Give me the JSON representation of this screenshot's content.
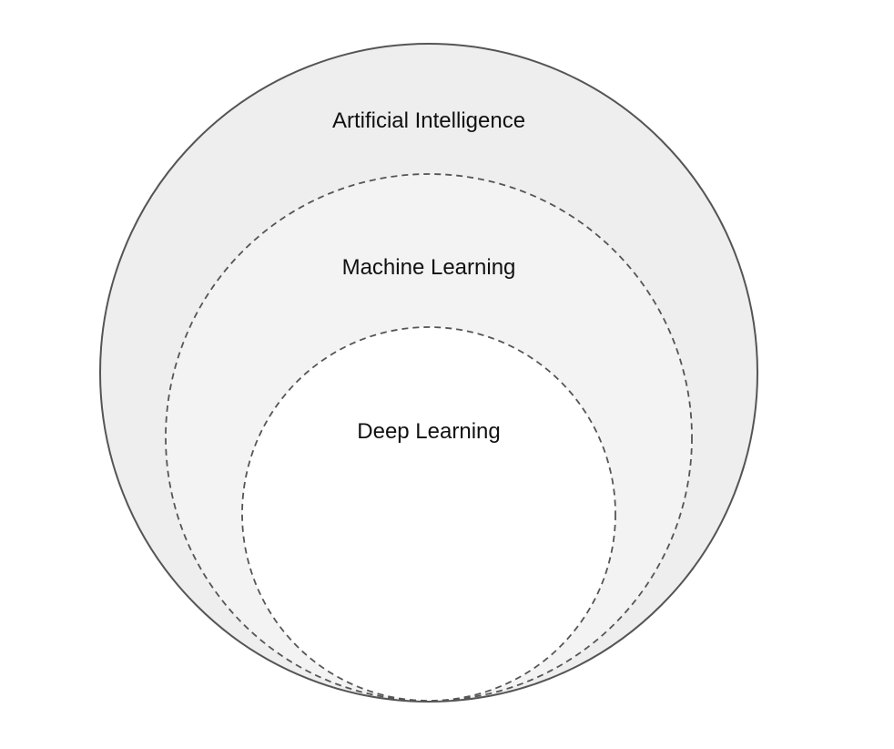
{
  "diagram": {
    "type": "nested-circles",
    "colors": {
      "outer_fill": "#eeeeee",
      "middle_fill": "#f3f3f3",
      "inner_fill": "#ffffff",
      "stroke": "#555555",
      "text": "#111111"
    },
    "regions": [
      {
        "label": "Artificial Intelligence",
        "border": "solid"
      },
      {
        "label": "Machine Learning",
        "border": "dashed"
      },
      {
        "label": "Deep Learning",
        "border": "dashed"
      }
    ]
  }
}
